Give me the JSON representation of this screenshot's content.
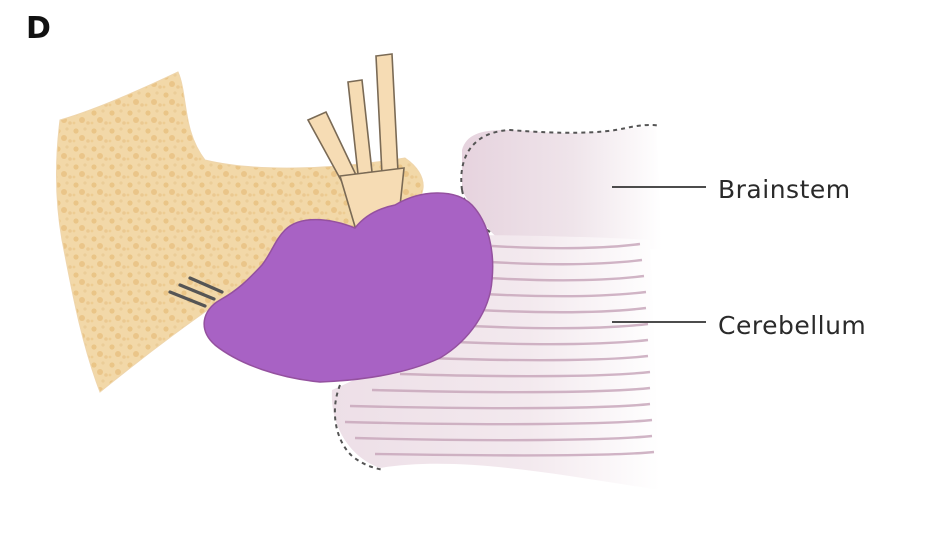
{
  "figure": {
    "panel_letter": "D",
    "labels": {
      "brainstem": "Brainstem",
      "cerebellum": "Cerebellum"
    },
    "colors": {
      "bone": "#f2d7a4",
      "bone_speckle": "#e4bb74",
      "nerve": "#f6dcb4",
      "tumor": "#a862c4",
      "tumor_edge": "#8f49ad",
      "brainstem": "#ecdee6",
      "cerebellum_lines": "#caa9bd",
      "dashed_outline": "#555555",
      "leader_line": "#333333"
    }
  }
}
